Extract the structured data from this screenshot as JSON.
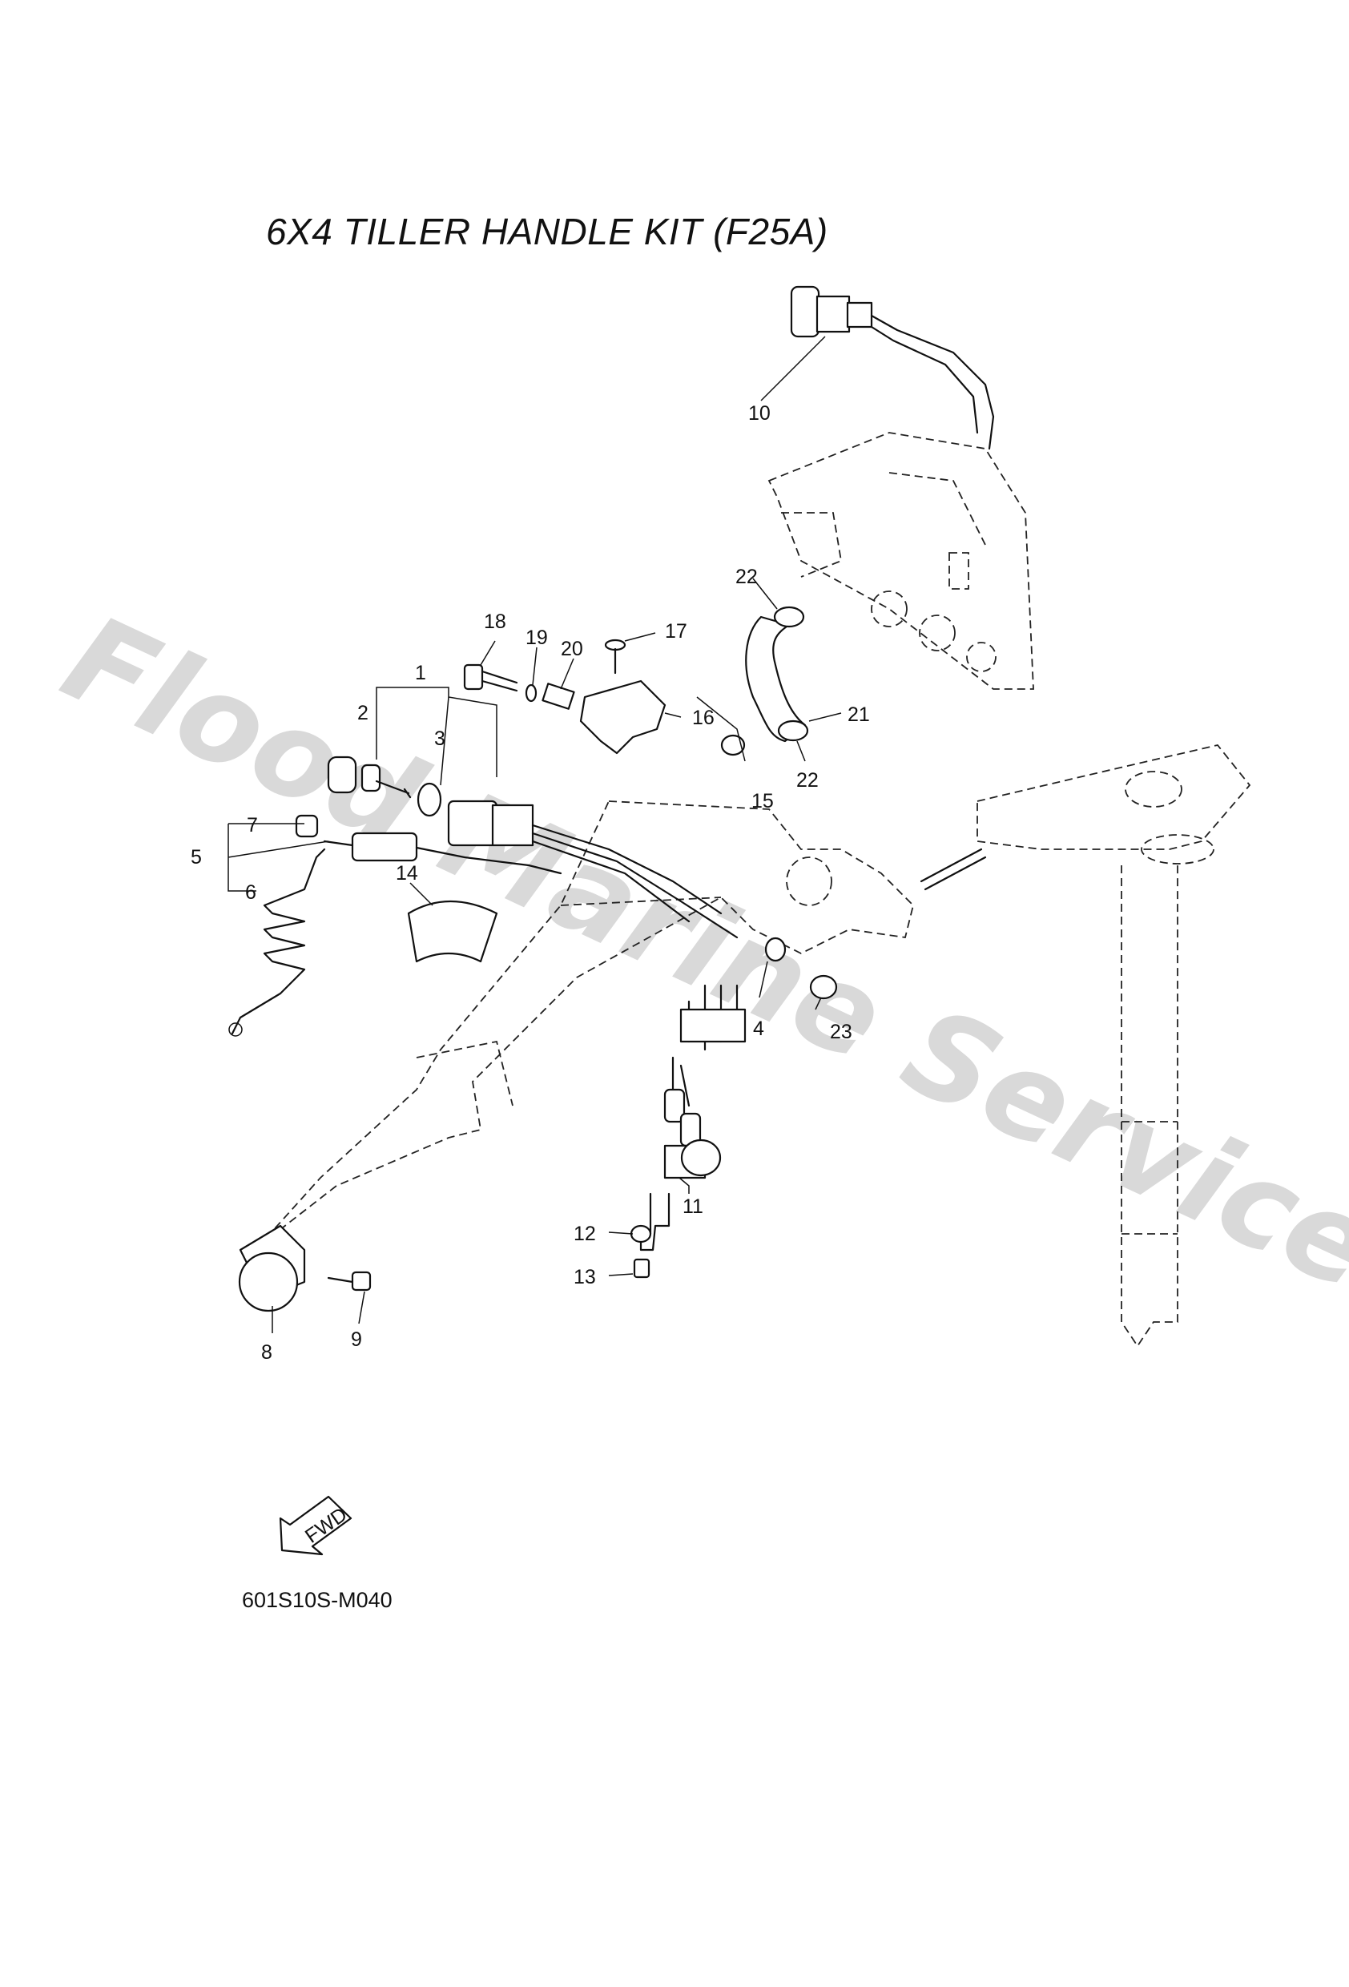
{
  "title": "6X4 TILLER HANDLE KIT (F25A)",
  "diagram_code": "601S10S-M040",
  "watermark": "Flood Marine Services",
  "fwd_label": "FWD",
  "callouts": [
    "1",
    "2",
    "3",
    "4",
    "5",
    "6",
    "7",
    "8",
    "9",
    "10",
    "11",
    "12",
    "13",
    "14",
    "15",
    "16",
    "17",
    "18",
    "19",
    "20",
    "21",
    "22",
    "22",
    "23"
  ]
}
